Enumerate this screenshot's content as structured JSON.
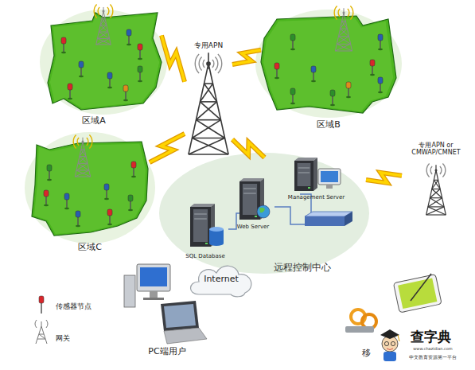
{
  "diagram": {
    "nodes": [
      {
        "text": [
          "区域A"
        ]
      },
      {
        "text": [
          "区域B"
        ]
      },
      {
        "text": [
          "区域C"
        ]
      },
      {
        "text": [
          "专用APN"
        ]
      },
      {
        "text": [
          "远程控制中心"
        ]
      },
      {
        "text": [
          "Management Server"
        ],
        "in": 4
      },
      {
        "text": [
          "Web Server"
        ],
        "in": 4
      },
      {
        "text": [
          "SQL Database"
        ],
        "in": 4
      },
      {
        "text": [
          "Internet"
        ]
      },
      {
        "text": [
          "PC端用户"
        ]
      },
      {
        "text": [
          "专用APN or CMWAP/CMNET"
        ]
      },
      {
        "text": [
          "移"
        ]
      }
    ],
    "edges": [
      {
        "from": 0,
        "to": 3,
        "arrow": "none"
      },
      {
        "from": 1,
        "to": 3,
        "arrow": "none"
      },
      {
        "from": 2,
        "to": 3,
        "arrow": "none"
      },
      {
        "from": 3,
        "to": 4,
        "arrow": "none"
      },
      {
        "from": 4,
        "to": 10,
        "arrow": "none"
      }
    ],
    "labels": [
      "查字典",
      "www.chazidian.com",
      "中文教育资源第一平台"
    ],
    "legend": [
      {
        "text": "传感器节点"
      },
      {
        "text": "网关"
      }
    ]
  }
}
